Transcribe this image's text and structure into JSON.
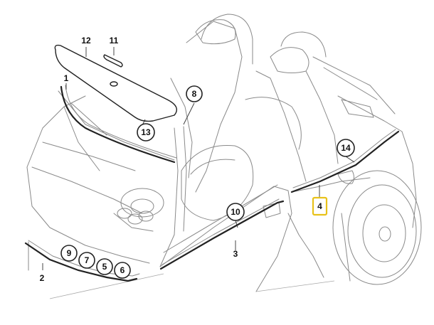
{
  "diagram": {
    "plain_labels": {
      "l12": "12",
      "l11": "11",
      "l1": "1",
      "l2": "2",
      "l3": "3"
    },
    "callouts": {
      "c8": "8",
      "c13": "13",
      "c14": "14",
      "c10": "10",
      "c9": "9",
      "c7": "7",
      "c5": "5",
      "c6": "6"
    },
    "highlighted": {
      "label": "4",
      "color": "#e8c21a"
    }
  }
}
